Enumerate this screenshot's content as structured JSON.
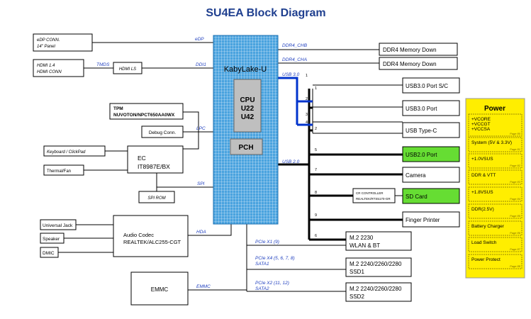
{
  "title": "SU4EA Block Diagram",
  "colors": {
    "title": "#1f3f8f",
    "bus_label": "#1f3fbf",
    "soc_fill": "#4aa3df",
    "usb3_bus": "#0033cc",
    "green": "#66dd33",
    "power_fill": "#ffee00"
  },
  "soc": {
    "name": "KabyLake-U",
    "cpu_lines": [
      "CPU",
      "U22",
      "U42"
    ],
    "pch": "PCH"
  },
  "left": {
    "edp": [
      "eDP CONN.",
      "14\" Panel"
    ],
    "hdmi": [
      "HDMI 1.4",
      "HDMI CONN"
    ],
    "hdmi_ls": "HDMI LS",
    "tpm": [
      "TPM",
      "NUVOTON/NPCT650AA0WX"
    ],
    "debug": "Debug Conn.",
    "keyboard": "Keyboard / ClickPad",
    "thermal": "Thermal/Fan",
    "ec": [
      "EC",
      "IT8987E/BX"
    ],
    "spi_rom": "SPI ROM",
    "universal_jack": "Universal Jack",
    "speaker": "Speaker",
    "dmic": "DMIC",
    "audio": [
      "Audio Codec",
      "REALTEK/ALC255-CGT"
    ],
    "emmc": "EMMC"
  },
  "buses": {
    "edp": "eDP",
    "tmds": "TMDS",
    "ddi1": "DDI1",
    "lpc": "LPC",
    "spi": "SPI",
    "hda": "HDA",
    "emmc": "EMMC",
    "ddr4_chb": "DDR4_CHB",
    "ddr4_cha": "DDR4_CHA",
    "usb30": "USB 3.0",
    "usb20": "USB 2.0",
    "pcie1": "PCIe X1 (9)",
    "pcie2": [
      "PCIe X4 (5, 6, 7, 8)",
      "SATA1"
    ],
    "pcie3": [
      "PCIe X2 (11, 12)",
      "SATA2"
    ]
  },
  "port_numbers": {
    "usb3": [
      "1",
      "2",
      "3",
      "4"
    ],
    "usb2": [
      "1",
      "2",
      "5",
      "7",
      "8",
      "9",
      "6"
    ]
  },
  "right": {
    "ddr_b": "DDR4 Memory Down",
    "ddr_a": "DDR4 Memory Down",
    "usb_sc": "USB3.0 Port S/C",
    "usb_port": "USB3.0 Port",
    "usb_c": "USB Type-C",
    "usb2_port": "USB2.0 Port",
    "camera": "Camera",
    "cr_controller": [
      "CR CONTROLLER",
      "REALTEK/RTS5170-GR"
    ],
    "sd_card": "SD Card",
    "finger": "Finger Printer",
    "m2_wlan": [
      "M.2 2230",
      "WLAN & BT"
    ],
    "m2_ssd1": [
      "M.2 2240/2260/2280",
      "SSD1"
    ],
    "m2_ssd2": [
      "M.2 2240/2260/2280",
      "SSD2"
    ]
  },
  "power": {
    "title": "Power",
    "items": [
      {
        "lines": [
          "+VCORE",
          "+VCCGT",
          "+VCCSA"
        ],
        "page": "Page 80"
      },
      {
        "lines": [
          "System (5V & 3.3V)"
        ],
        "page": "Page 81"
      },
      {
        "lines": [
          "+1.0VSUS"
        ],
        "page": "Page 82"
      },
      {
        "lines": [
          "DDR & VTT"
        ],
        "page": "Page 83"
      },
      {
        "lines": [
          "+1.8VSUS"
        ],
        "page": "Page 84"
      },
      {
        "lines": [
          "DDR(2.5V)"
        ],
        "page": "Page 85"
      },
      {
        "lines": [
          "Battery Charger"
        ],
        "page": "Page 86"
      },
      {
        "lines": [
          "Load Switch"
        ],
        "page": "Page 87"
      },
      {
        "lines": [
          "Power Protect"
        ],
        "page": "Page 88"
      }
    ]
  }
}
